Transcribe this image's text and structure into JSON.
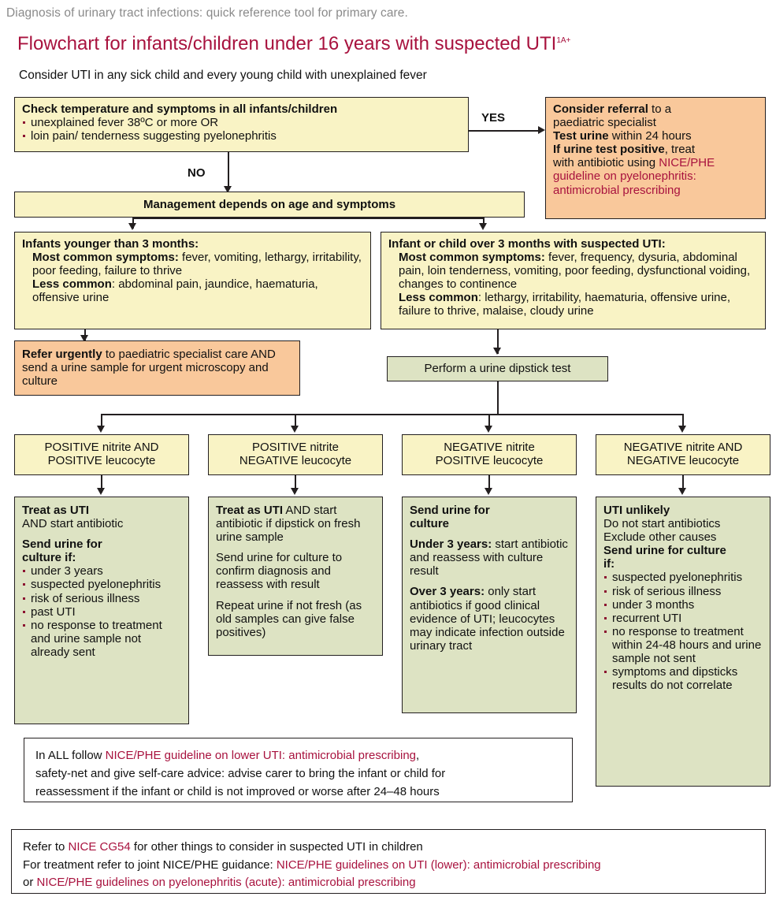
{
  "header": {
    "subhead": "Diagnosis of urinary tract infections: quick reference tool for primary care.",
    "title": "Flowchart for infants/children under 16 years with suspected UTI",
    "title_sup": "1A+",
    "lead": "Consider UTI in any sick child and every young child with unexplained fever"
  },
  "colors": {
    "accent_red": "#a8123e",
    "yellow_fill": "#f9f3c5",
    "orange_fill": "#f9c89b",
    "green_fill": "#dde3c3",
    "border": "#231f20",
    "subhead_grey": "#8a8a8a",
    "bullet_red": "#8b1230"
  },
  "edges": {
    "yes_label": "YES",
    "no_label": "NO"
  },
  "nodes": {
    "check": {
      "heading": "Check temperature and symptoms in all infants/children",
      "bullets": [
        "unexplained fever 38ºC or more OR",
        "loin pain/ tenderness suggesting pyelonephritis"
      ]
    },
    "referral": {
      "l1_b": "Consider referral",
      "l1_t": " to a",
      "l2": "paediatric specialist",
      "l3_b": "Test urine",
      "l3_t": " within 24 hours",
      "l4_b": "If urine test positive",
      "l4_t": ", treat",
      "l5_t": "with antibiotic using ",
      "l5_link": "NICE/PHE",
      "l6_link": "guideline on pyelonephritis:",
      "l7_link": "antimicrobial prescribing"
    },
    "management": {
      "text": "Management depends on age and symptoms"
    },
    "under3": {
      "heading": "Infants younger than 3 months:",
      "most_label": "Most common symptoms:",
      "most_text": " fever, vomiting, lethargy, irritability, poor feeding, failure to thrive",
      "less_label": "Less common",
      "less_text": ": abdominal pain, jaundice, haematuria, offensive urine"
    },
    "over3": {
      "heading": "Infant or child over 3 months with suspected UTI:",
      "most_label": "Most common symptoms:",
      "most_text": " fever, frequency, dysuria, abdominal pain, loin tenderness, vomiting, poor feeding, dysfunctional voiding, changes to continence",
      "less_label": "Less common",
      "less_text": ": lethargy, irritability, haematuria, offensive urine, failure to thrive, malaise, cloudy urine"
    },
    "refer_urgently": {
      "bold": "Refer urgently",
      "text": " to paediatric specialist care AND send a urine sample for urgent microscopy and culture"
    },
    "dipstick": {
      "text": "Perform a urine dipstick test"
    },
    "results": [
      {
        "line1": "POSITIVE nitrite AND",
        "line2": "POSITIVE leucocyte"
      },
      {
        "line1": "POSITIVE nitrite",
        "line2": "NEGATIVE leucocyte"
      },
      {
        "line1": "NEGATIVE nitrite",
        "line2": "POSITIVE leucocyte"
      },
      {
        "line1": "NEGATIVE nitrite AND",
        "line2": "NEGATIVE leucocyte"
      }
    ],
    "action1": {
      "h1_b": "Treat as UTI",
      "h1_t": "AND start antibiotic",
      "h2_b1": "Send urine for",
      "h2_b2": "culture if:",
      "bullets": [
        "under 3 years",
        "suspected pyelonephritis",
        "risk of serious illness",
        "past UTI",
        "no response to treatment and urine sample not already sent"
      ]
    },
    "action2": {
      "p1_b": "Treat as UTI",
      "p1_t": " AND start antibiotic if dipstick on fresh urine sample",
      "p2": "Send urine for culture to confirm diagnosis and reassess with result",
      "p3": "Repeat urine if not fresh (as old samples can give false positives)"
    },
    "action3": {
      "h_b1": "Send urine for",
      "h_b2": "culture",
      "p1_b": "Under 3 years:",
      "p1_t": " start antibiotic and reassess with culture result",
      "p2_b": "Over 3 years:",
      "p2_t": " only start antibiotics if good clinical evidence of UTI; leucocytes may indicate infection outside urinary tract"
    },
    "action4": {
      "h_b": "UTI unlikely",
      "l2": "Do not start antibiotics",
      "l3": "Exclude other causes",
      "h2_b1": "Send urine for culture",
      "h2_b2": "if:",
      "bullets": [
        "suspected pyelonephritis",
        "risk of serious illness",
        "under 3 months",
        "recurrent UTI",
        "no response to treatment within 24-48 hours and urine sample not sent",
        "symptoms and dipsticks results do not correlate"
      ]
    },
    "in_all": {
      "t1": "In ALL follow ",
      "link1": "NICE/PHE guideline on lower UTI: antimicrobial prescribing",
      "t2": ",",
      "l2": "safety-net and give self-care advice: advise carer to bring the infant or child for",
      "l3": "reassessment if the infant or child is not improved or worse after 24–48 hours"
    },
    "footer": {
      "r1_a": "Refer to ",
      "r1_link": "NICE CG54",
      "r1_b": " for other things to consider in suspected UTI in children",
      "r2_a": "For treatment refer to joint NICE/PHE guidance: ",
      "r2_link": "NICE/PHE guidelines on UTI (lower): antimicrobial prescribing",
      "r3_a": "or ",
      "r3_link": "NICE/PHE guidelines on pyelonephritis (acute): antimicrobial prescribing"
    }
  }
}
